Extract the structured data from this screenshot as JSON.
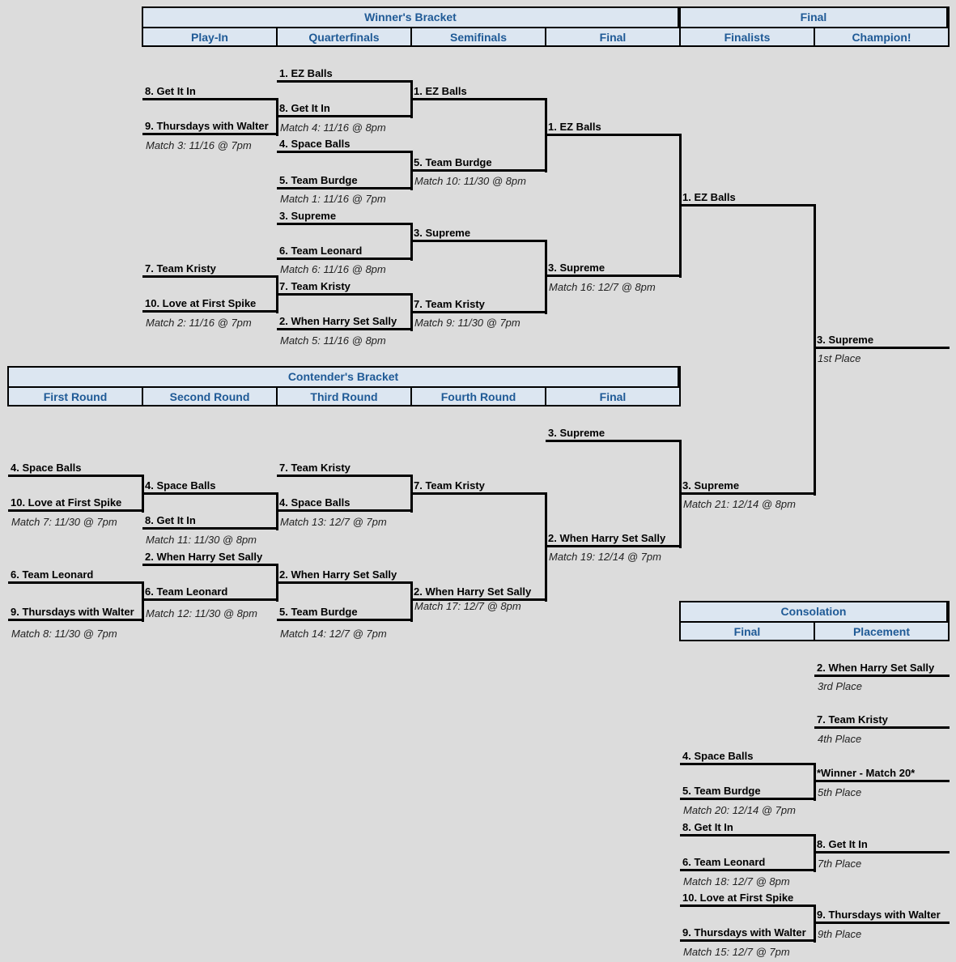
{
  "winners": {
    "title": "Winner's Bracket",
    "cols": [
      "Play-In",
      "Quarterfinals",
      "Semifinals",
      "Final"
    ]
  },
  "final_hdr": {
    "title": "Final",
    "cols": [
      "Finalists",
      "Champion!"
    ]
  },
  "contenders": {
    "title": "Contender's Bracket",
    "cols": [
      "First Round",
      "Second Round",
      "Third Round",
      "Fourth Round",
      "Final"
    ]
  },
  "consolation": {
    "title": "Consolation",
    "cols": [
      "Final",
      "Placement"
    ]
  },
  "slots": [
    {
      "id": "s1",
      "t": "8. Get It In"
    },
    {
      "id": "s2",
      "t": "9. Thursdays with Walter"
    },
    {
      "id": "s3",
      "t": "7. Team Kristy"
    },
    {
      "id": "s4",
      "t": "10. Love at First Spike"
    },
    {
      "id": "s5",
      "t": "1. EZ Balls"
    },
    {
      "id": "s6",
      "t": "8. Get It In"
    },
    {
      "id": "s7",
      "t": "4. Space Balls"
    },
    {
      "id": "s8",
      "t": "5. Team Burdge"
    },
    {
      "id": "s9",
      "t": "3. Supreme"
    },
    {
      "id": "s10",
      "t": "6. Team Leonard"
    },
    {
      "id": "s11",
      "t": "7. Team Kristy"
    },
    {
      "id": "s12",
      "t": "2. When Harry Set Sally"
    },
    {
      "id": "s13",
      "t": "1. EZ Balls"
    },
    {
      "id": "s14",
      "t": "5. Team Burdge"
    },
    {
      "id": "s15",
      "t": "3. Supreme"
    },
    {
      "id": "s16",
      "t": "7. Team Kristy"
    },
    {
      "id": "s17",
      "t": "1. EZ Balls"
    },
    {
      "id": "s18",
      "t": "3. Supreme"
    },
    {
      "id": "s19",
      "t": "1. EZ Balls"
    },
    {
      "id": "s20",
      "t": "3. Supreme"
    },
    {
      "id": "s21",
      "t": "3. Supreme"
    },
    {
      "id": "s22",
      "t": "4. Space Balls"
    },
    {
      "id": "s23",
      "t": "10. Love at First Spike"
    },
    {
      "id": "s24",
      "t": "6. Team Leonard"
    },
    {
      "id": "s25",
      "t": "9. Thursdays with Walter"
    },
    {
      "id": "s26",
      "t": "4. Space Balls"
    },
    {
      "id": "s27",
      "t": "8. Get It In"
    },
    {
      "id": "s28",
      "t": "2. When Harry Set Sally"
    },
    {
      "id": "s29",
      "t": "6. Team Leonard"
    },
    {
      "id": "s30",
      "t": "7. Team Kristy"
    },
    {
      "id": "s31",
      "t": "4. Space Balls"
    },
    {
      "id": "s32",
      "t": "2. When Harry Set Sally"
    },
    {
      "id": "s33",
      "t": "5. Team Burdge"
    },
    {
      "id": "s34",
      "t": "7. Team Kristy"
    },
    {
      "id": "s35",
      "t": "2. When Harry Set Sally"
    },
    {
      "id": "s36",
      "t": "3. Supreme"
    },
    {
      "id": "s37",
      "t": "2. When Harry Set Sally"
    },
    {
      "id": "s38",
      "t": "2. When Harry Set Sally"
    },
    {
      "id": "s39",
      "t": "7. Team Kristy"
    },
    {
      "id": "s40",
      "t": "4. Space Balls"
    },
    {
      "id": "s41",
      "t": "5. Team Burdge"
    },
    {
      "id": "s42",
      "t": "*Winner - Match 20*"
    },
    {
      "id": "s43",
      "t": "8. Get It In"
    },
    {
      "id": "s44",
      "t": "6. Team Leonard"
    },
    {
      "id": "s45",
      "t": "8. Get It In"
    },
    {
      "id": "s46",
      "t": "10. Love at First Spike"
    },
    {
      "id": "s47",
      "t": "9. Thursdays with Walter"
    },
    {
      "id": "s48",
      "t": "9. Thursdays with Walter"
    }
  ],
  "notes": [
    {
      "id": "n1",
      "t": "Match 3: 11/16 @ 7pm"
    },
    {
      "id": "n2",
      "t": "Match 2: 11/16 @ 7pm"
    },
    {
      "id": "n3",
      "t": "Match 4: 11/16 @ 8pm"
    },
    {
      "id": "n4",
      "t": "Match 1: 11/16 @ 7pm"
    },
    {
      "id": "n5",
      "t": "Match 6: 11/16 @ 8pm"
    },
    {
      "id": "n6",
      "t": "Match 5: 11/16 @ 8pm"
    },
    {
      "id": "n7",
      "t": "Match 10: 11/30 @ 8pm"
    },
    {
      "id": "n8",
      "t": "Match 9: 11/30 @ 7pm"
    },
    {
      "id": "n9",
      "t": "Match 16: 12/7 @ 8pm"
    },
    {
      "id": "n10",
      "t": "1st Place"
    },
    {
      "id": "n11",
      "t": "Match 7: 11/30 @ 7pm"
    },
    {
      "id": "n12",
      "t": "Match 8: 11/30 @ 7pm"
    },
    {
      "id": "n13",
      "t": "Match 11: 11/30 @ 8pm"
    },
    {
      "id": "n14",
      "t": "Match 12: 11/30 @ 8pm"
    },
    {
      "id": "n15",
      "t": "Match 13: 12/7 @ 7pm"
    },
    {
      "id": "n16",
      "t": "Match 14: 12/7 @ 7pm"
    },
    {
      "id": "n17",
      "t": "Match 17: 12/7 @ 8pm"
    },
    {
      "id": "n18",
      "t": "Match 19: 12/14 @ 7pm"
    },
    {
      "id": "n19",
      "t": "Match 21: 12/14 @ 8pm"
    },
    {
      "id": "n20",
      "t": "3rd Place"
    },
    {
      "id": "n21",
      "t": "4th Place"
    },
    {
      "id": "n22",
      "t": "5th Place"
    },
    {
      "id": "n23",
      "t": "Match 20: 12/14 @ 7pm"
    },
    {
      "id": "n24",
      "t": "7th Place"
    },
    {
      "id": "n25",
      "t": "Match 18: 12/7 @ 8pm"
    },
    {
      "id": "n26",
      "t": "9th Place"
    },
    {
      "id": "n27",
      "t": "Match 15: 12/7 @ 7pm"
    }
  ]
}
